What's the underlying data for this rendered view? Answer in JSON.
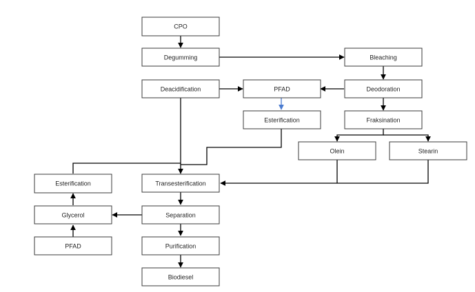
{
  "diagram": {
    "nodes": {
      "cpo": "CPO",
      "degumming": "Degumming",
      "bleaching": "Bleaching",
      "deacidification": "Deacidification",
      "pfad_center": "PFAD",
      "deodoration": "Deodoration",
      "esterification_center": "Esterification",
      "fraksination": "Fraksination",
      "olein": "Olein",
      "stearin": "Stearin",
      "esterification_left": "Esterification",
      "transesterification": "Transesterification",
      "glycerol": "Glycerol",
      "separation": "Separation",
      "pfad_left": "PFAD",
      "purification": "Purification",
      "biodiesel": "Biodiesel"
    },
    "colors": {
      "box_border": "#3a3a3a",
      "arrow": "#000000",
      "highlight_arrow": "#4a7bd0"
    },
    "edges": [
      {
        "from": "cpo",
        "to": "degumming"
      },
      {
        "from": "degumming",
        "to": "bleaching"
      },
      {
        "from": "bleaching",
        "to": "deodoration"
      },
      {
        "from": "deodoration",
        "to": "pfad_center"
      },
      {
        "from": "deacidification",
        "to": "pfad_center"
      },
      {
        "from": "pfad_center",
        "to": "esterification_center",
        "highlight": true
      },
      {
        "from": "deodoration",
        "to": "fraksination"
      },
      {
        "from": "fraksination",
        "to": "olein"
      },
      {
        "from": "fraksination",
        "to": "stearin"
      },
      {
        "from": "deacidification",
        "to": "transesterification"
      },
      {
        "from": "esterification_center",
        "to": "transesterification"
      },
      {
        "from": "esterification_left",
        "to": "transesterification"
      },
      {
        "from": "olein",
        "to": "transesterification"
      },
      {
        "from": "stearin",
        "to": "transesterification"
      },
      {
        "from": "transesterification",
        "to": "separation"
      },
      {
        "from": "separation",
        "to": "glycerol"
      },
      {
        "from": "pfad_left",
        "to": "glycerol"
      },
      {
        "from": "glycerol",
        "to": "esterification_left"
      },
      {
        "from": "separation",
        "to": "purification"
      },
      {
        "from": "purification",
        "to": "biodiesel"
      }
    ]
  }
}
